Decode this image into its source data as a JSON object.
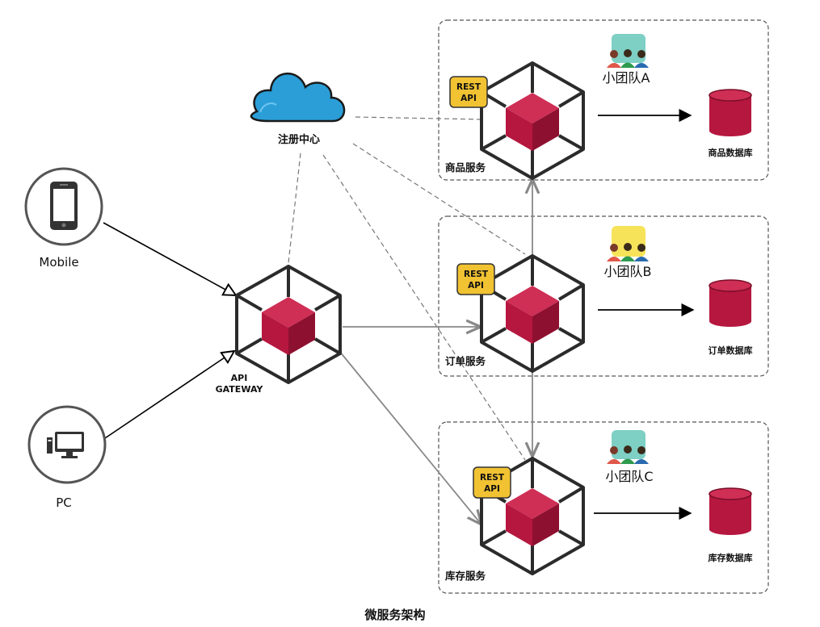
{
  "title": "微服务架构",
  "clients": [
    {
      "label": "Mobile",
      "icon": "mobile-phone-icon"
    },
    {
      "label": "PC",
      "icon": "desktop-computer-icon"
    }
  ],
  "gateway": {
    "label_line1": "API",
    "label_line2": "GATEWAY"
  },
  "registry": {
    "label": "注册中心",
    "icon": "cloud-icon"
  },
  "rest_api": {
    "line1": "REST",
    "line2": "API"
  },
  "services": [
    {
      "name": "商品服务",
      "team": "小团队A",
      "database": "商品数据库"
    },
    {
      "name": "订单服务",
      "team": "小团队B",
      "database": "订单数据库"
    },
    {
      "name": "库存服务",
      "team": "小团队C",
      "database": "库存数据库"
    }
  ],
  "colors": {
    "cube_red": "#b5173f",
    "cube_top": "#cf2e55",
    "cube_side": "#8e1030",
    "badge_yellow": "#f1c232",
    "cloud_blue": "#2b9ed8",
    "db_red": "#b5173f"
  }
}
